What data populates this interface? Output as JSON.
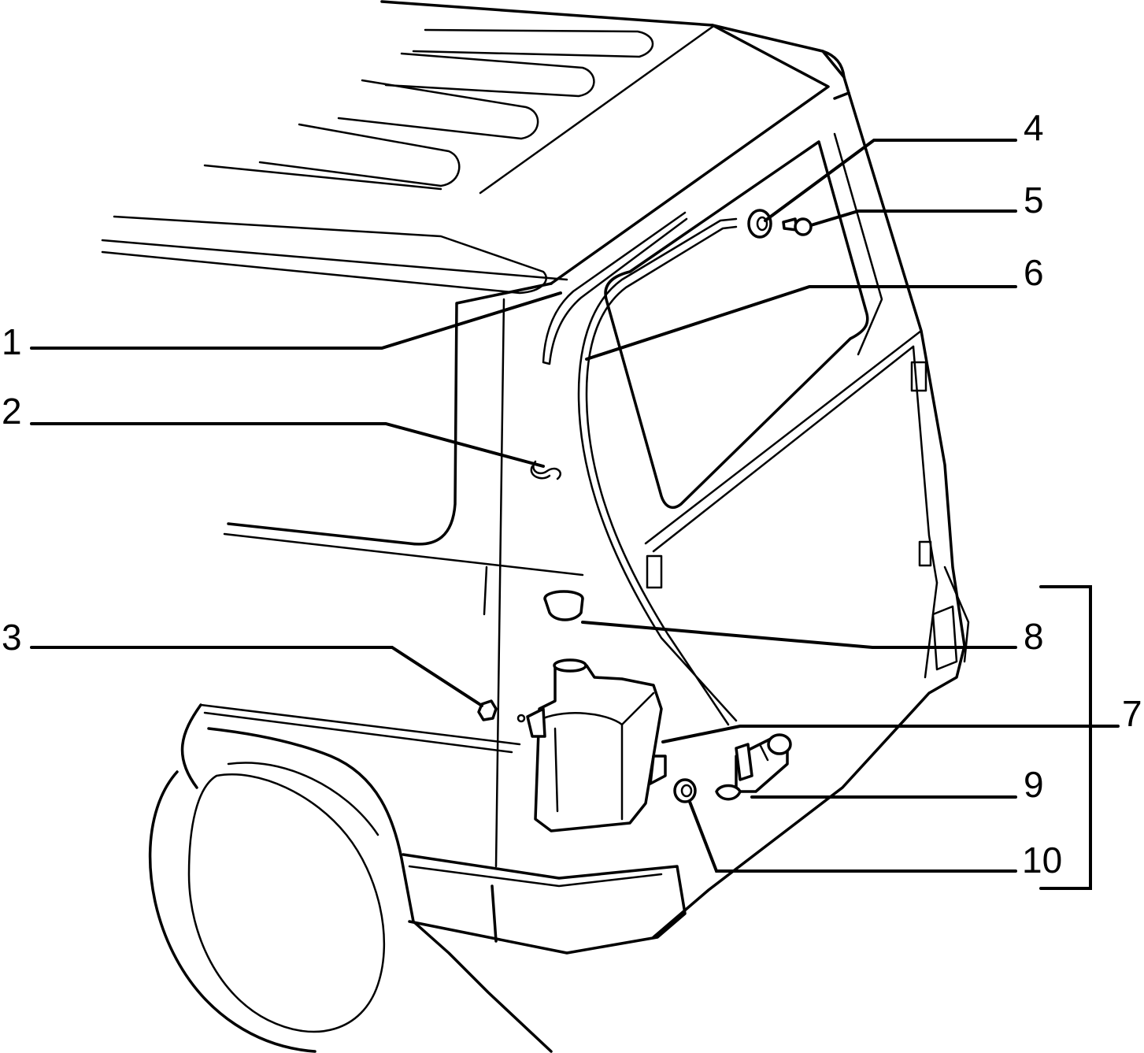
{
  "labels": {
    "p1": "1",
    "p2": "2",
    "p3": "3",
    "p4": "4",
    "p5": "5",
    "p6": "6",
    "p7": "7",
    "p8": "8",
    "p9": "9",
    "p10": "10"
  },
  "colors": {
    "line": "#000000",
    "background": "#ffffff"
  }
}
